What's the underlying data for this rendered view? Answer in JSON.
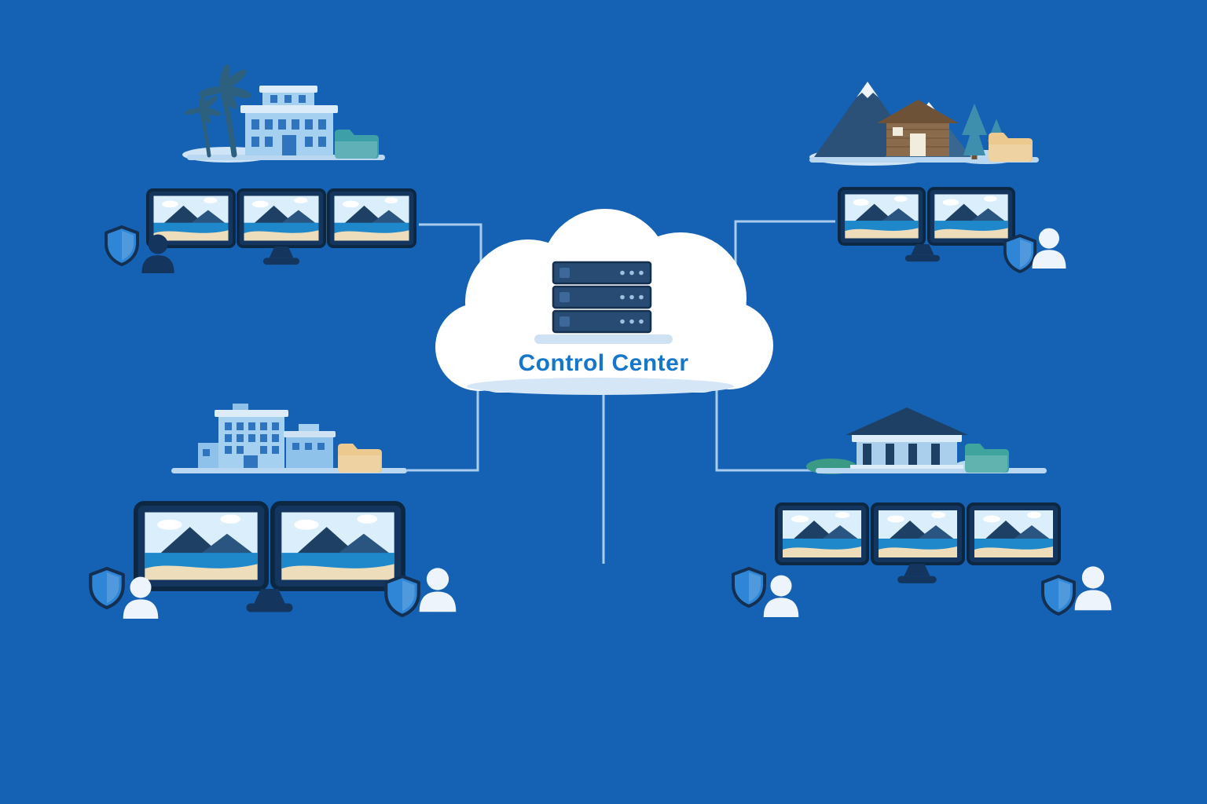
{
  "diagram": {
    "title": "Control Center network diagram",
    "background_color": "#1562b5",
    "cloud": {
      "label": "Control Center",
      "label_color": "#1477cc",
      "icon": "server-rack-icon",
      "color": "#ffffff"
    },
    "connections": [
      {
        "from": "site-top-left",
        "to": "control-center"
      },
      {
        "from": "site-top-right",
        "to": "control-center"
      },
      {
        "from": "site-bottom-left",
        "to": "control-center"
      },
      {
        "from": "site-bottom-right",
        "to": "control-center"
      },
      {
        "from": "control-center",
        "to": "bottom-edge"
      }
    ],
    "sites": [
      {
        "id": "site-top-left",
        "scene": "tropical-resort-building",
        "monitor_count": 3,
        "folder_color": "#3d9fa8",
        "shield_count": 1,
        "user_count": 1,
        "user_color": "#14365e"
      },
      {
        "id": "site-top-right",
        "scene": "mountain-cabin",
        "monitor_count": 2,
        "folder_color": "#ecc98e",
        "shield_count": 1,
        "user_count": 1,
        "user_color": "#eef4fb"
      },
      {
        "id": "site-bottom-left",
        "scene": "city-office-building",
        "monitor_count": 2,
        "folder_color": "#ecc98e",
        "shield_count": 2,
        "user_count": 2,
        "user_color": "#eef4fb"
      },
      {
        "id": "site-bottom-right",
        "scene": "bank-building",
        "monitor_count": 3,
        "folder_color": "#3fa39e",
        "shield_count": 2,
        "user_count": 2,
        "user_color": "#eef4fb"
      }
    ],
    "colors": {
      "line": "#a8cbee",
      "platform": "#b9d7f1",
      "monitor_frame": "#14365e",
      "monitor_sky": "#dbeefb",
      "monitor_sea": "#1e88ca",
      "monitor_sand": "#eeddbb",
      "mountain": "#1d4064",
      "shield": "#2f86d6",
      "server_rack": "#274b72"
    }
  }
}
